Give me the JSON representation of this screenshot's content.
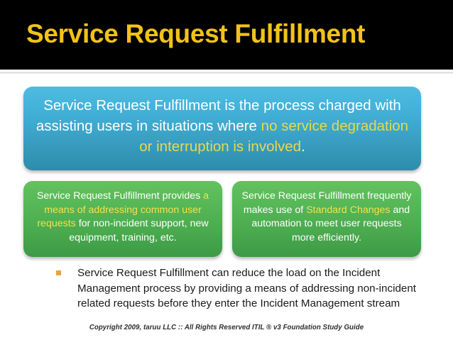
{
  "slide": {
    "title": "Service Request Fulfillment",
    "title_color": "#F2C219",
    "title_band_color": "#000000",
    "background_color": "#FFFFFF"
  },
  "blue_callout": {
    "accent_color": "#E8D84B",
    "gradient_top": "#4FBBE0",
    "gradient_bottom": "#2D8CAB",
    "line1": "Service Request Fulfillment is the process",
    "line2": "charged with assisting users in situations where",
    "line3_highlight": "no service degradation or interruption is involved",
    "line3_tail": "."
  },
  "green_callouts": [
    {
      "name": "left",
      "gradient_top": "#64C15E",
      "gradient_bottom": "#3D9A46",
      "accent_color": "#F2E14E",
      "part1": "Service Request Fulfillment provides ",
      "highlight": "a means of addressing common user requests",
      "part2": " for non-incident support, new equipment, training, etc."
    },
    {
      "name": "right",
      "gradient_top": "#64C15E",
      "gradient_bottom": "#3D9A46",
      "accent_color": "#F2E14E",
      "part1": "Service Request Fulfillment frequently makes use of ",
      "highlight": "Standard Changes",
      "part2": " and automation to meet user requests more efficiently."
    }
  ],
  "bullet": {
    "marker_color": "#E8A33D",
    "text": "Service Request Fulfillment can reduce the load on the Incident Management process by providing a means of addressing non-incident related requests before they enter the Incident Management stream"
  },
  "footer": {
    "text": "Copyright 2009, taruu LLC :: All Rights Reserved ITIL ® v3 Foundation Study Guide"
  }
}
